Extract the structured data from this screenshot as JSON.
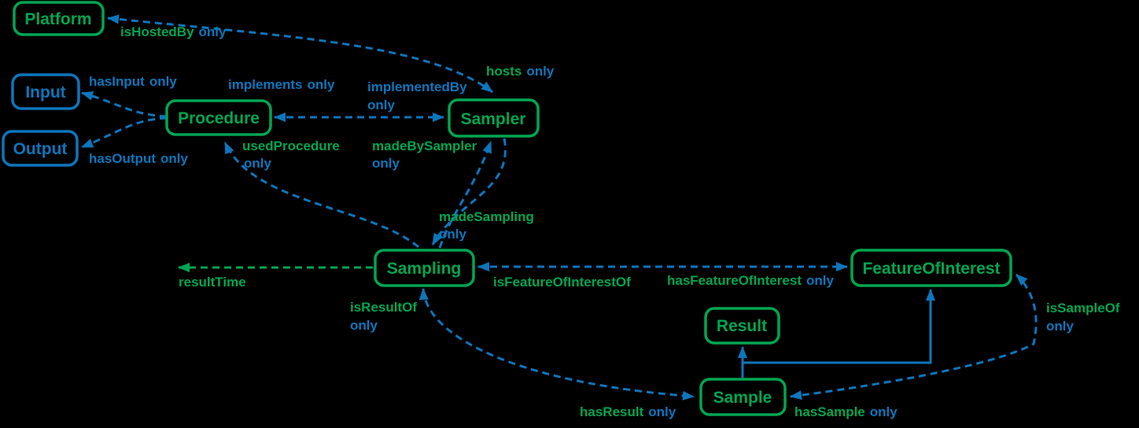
{
  "diagram": {
    "background": "#000000",
    "colors": {
      "sosa_green": "#00A651",
      "ssn_blue": "#0D76BC"
    },
    "nodes": {
      "platform": "Platform",
      "input": "Input",
      "output": "Output",
      "procedure": "Procedure",
      "sampler": "Sampler",
      "sampling": "Sampling",
      "featureOfInterest": "FeatureOfInterest",
      "result": "Result",
      "sample": "Sample"
    },
    "labels": {
      "isHostedBy": {
        "name": "isHostedBy",
        "qualifier": "only"
      },
      "hosts": {
        "name": "hosts",
        "qualifier": "only"
      },
      "hasInput": {
        "name": "hasInput",
        "qualifier": "only"
      },
      "hasOutput": {
        "name": "hasOutput",
        "qualifier": "only"
      },
      "implements": {
        "name": "implements",
        "qualifier": "only"
      },
      "implementedBy": {
        "name": "implementedBy",
        "qualifier": "only"
      },
      "usedProcedure": {
        "name": "usedProcedure",
        "qualifier": "only"
      },
      "madeBySampler": {
        "name": "madeBySampler",
        "qualifier": "only"
      },
      "madeSampling": {
        "name": "madeSampling",
        "qualifier": "only"
      },
      "resultTime": {
        "name": "resultTime",
        "qualifier": ""
      },
      "isFeatureOfInterestOf": {
        "name": "isFeatureOfInterestOf",
        "qualifier": ""
      },
      "hasFeatureOfInterest": {
        "name": "hasFeatureOfInterest",
        "qualifier": "only"
      },
      "isResultOf": {
        "name": "isResultOf",
        "qualifier": "only"
      },
      "hasResult": {
        "name": "hasResult",
        "qualifier": "only"
      },
      "hasSample": {
        "name": "hasSample",
        "qualifier": "only"
      },
      "isSampleOf": {
        "name": "isSampleOf",
        "qualifier": "only"
      }
    }
  }
}
